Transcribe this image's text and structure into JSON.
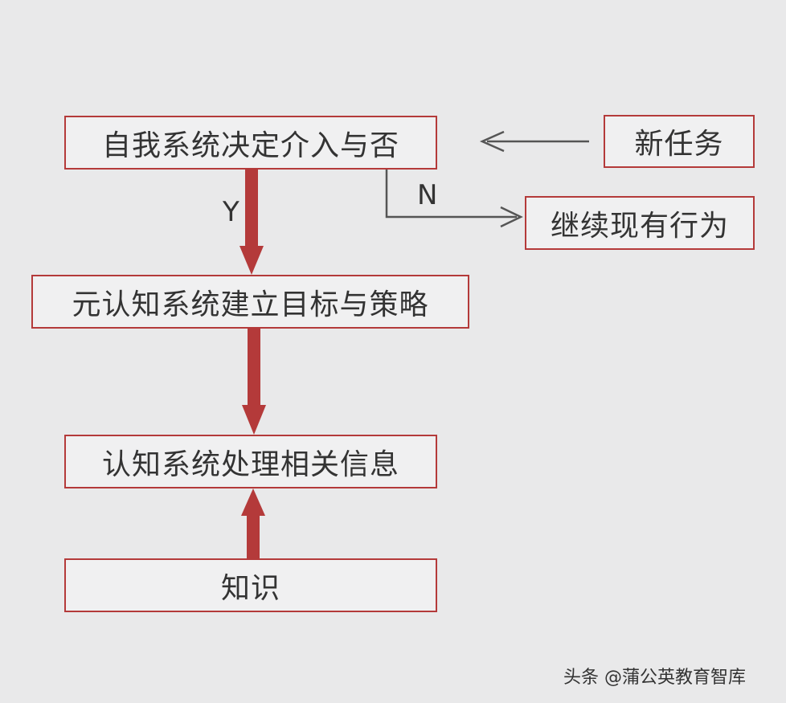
{
  "nodes": {
    "self_system": "自我系统决定介入与否",
    "new_task": "新任务",
    "continue_behavior": "继续现有行为",
    "metacognitive": "元认知系统建立目标与策略",
    "cognitive": "认知系统处理相关信息",
    "knowledge": "知识"
  },
  "edge_labels": {
    "yes": "Y",
    "no": "N"
  },
  "watermark": "头条 @蒲公英教育智库",
  "colors": {
    "box_border": "#b43a3a",
    "thick_arrow": "#b43a3a",
    "thin_arrow": "#555555",
    "background": "#e9e9ea",
    "text": "#333333"
  }
}
